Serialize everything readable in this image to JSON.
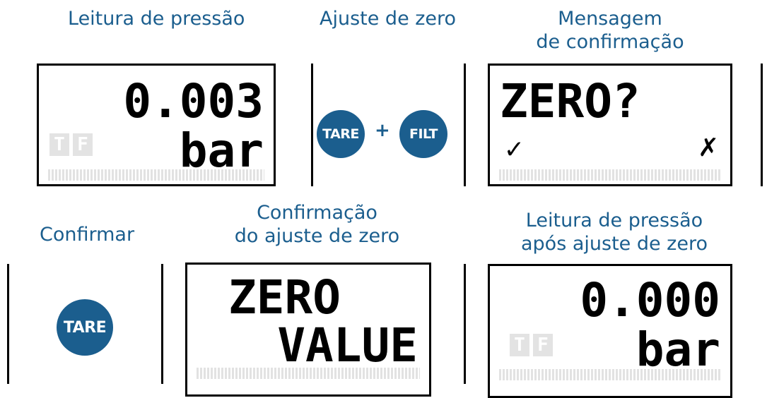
{
  "captions": {
    "leitura": "Leitura de pressão",
    "ajuste": "Ajuste de zero",
    "mensagem_1": "Mensagem",
    "mensagem_2": "de confirmação",
    "confirmar": "Confirmar",
    "confirmacao_1": "Confirmação",
    "confirmacao_2": "do ajuste de zero",
    "apos_1": "Leitura de pressão",
    "apos_2": "após ajuste de zero"
  },
  "display_pressure": {
    "value": "0.003",
    "unit": "bar",
    "indicator_t": "T",
    "indicator_f": "F"
  },
  "buttons": {
    "tare": "TARE",
    "plus": "+",
    "filt": "FILT"
  },
  "display_zero_query": {
    "message": "ZERO?",
    "confirm_symbol": "✓",
    "cancel_symbol": "✗"
  },
  "display_zero_value": {
    "line1": "ZERO",
    "line2": "VALUE"
  },
  "display_after": {
    "value": "0.000",
    "unit": "bar",
    "indicator_t": "T",
    "indicator_f": "F"
  },
  "colors": {
    "accent": "#1b5e8e",
    "lcd_border": "#000000",
    "lcd_bar": "#e2e2e2"
  }
}
